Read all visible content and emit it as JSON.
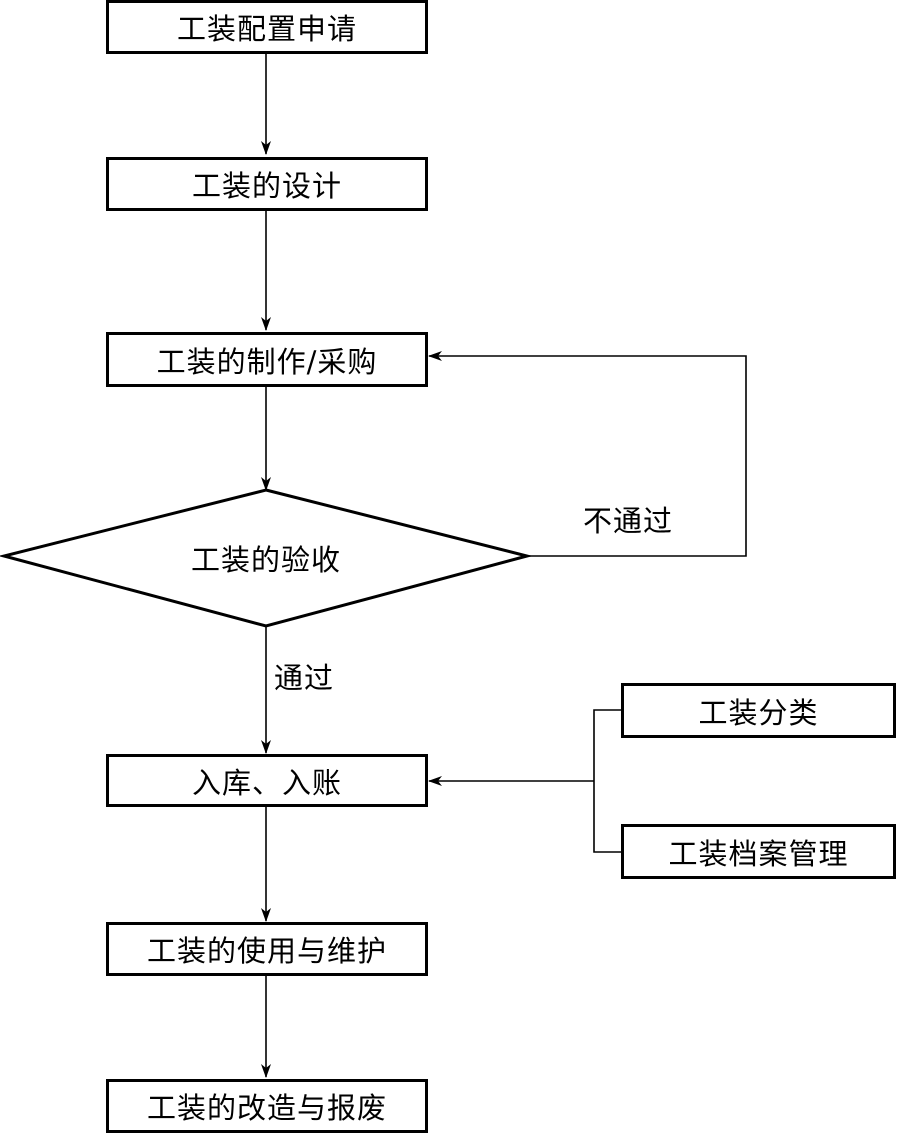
{
  "steps": {
    "config_request": "工装配置申请",
    "design": "工装的设计",
    "manufacture": "工装的制作/采购",
    "acceptance": "工装的验收",
    "warehousing": "入库、入账",
    "use_maintenance": "工装的使用与维护",
    "modify_scrap": "工装的改造与报废"
  },
  "side_boxes": {
    "classification": "工装分类",
    "archive": "工装档案管理"
  },
  "edge_labels": {
    "fail": "不通过",
    "pass": "通过"
  }
}
